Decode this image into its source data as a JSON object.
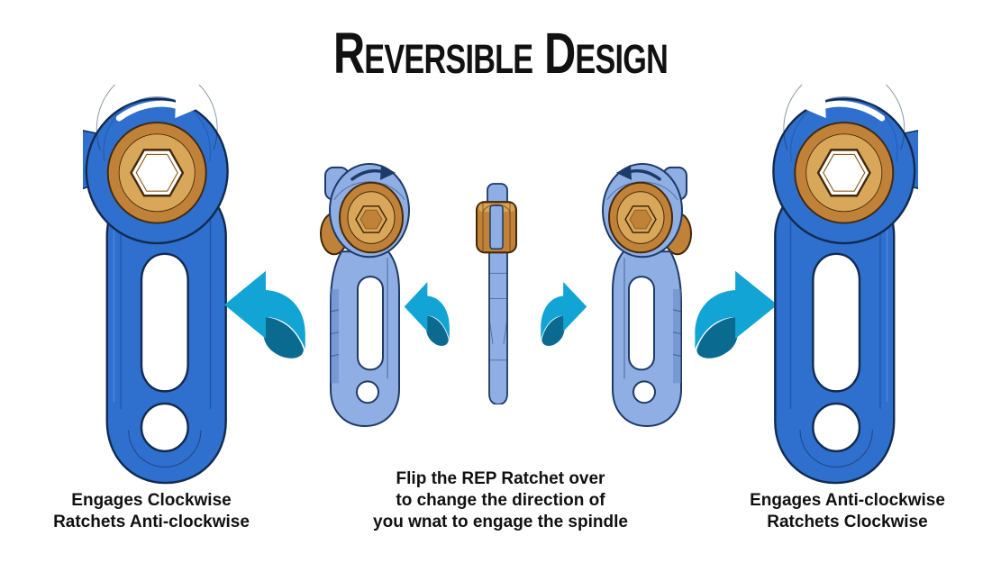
{
  "title": "Reversible Design",
  "captions": {
    "left": {
      "line1": "Engages Clockwise",
      "line2": "Ratchets Anti-clockwise"
    },
    "center": {
      "line1": "Flip the REP Ratchet over",
      "line2": "to change the direction of",
      "line3": "you wnat to engage the spindle"
    },
    "right": {
      "line1": "Engages Anti-clockwise",
      "line2": "Ratchets Clockwise"
    }
  },
  "tools": [
    {
      "view": "front view",
      "rotation_arrow": "clockwise"
    },
    {
      "view": "three-quarter view",
      "rotation_arrow": "clockwise"
    },
    {
      "view": "edge-on view",
      "rotation_arrow": ""
    },
    {
      "view": "three-quarter view",
      "rotation_arrow": "anti-clockwise"
    },
    {
      "view": "front view",
      "rotation_arrow": "anti-clockwise"
    }
  ],
  "icons": {
    "clockwise_rotation": "curved-arrow-pointing-right",
    "anticlockwise_rotation": "curved-arrow-pointing-left",
    "flip_left": "folded-flip-arrow-pointing-left",
    "flip_right": "folded-flip-arrow-pointing-right",
    "hex_socket": "hexagon-socket-hole"
  },
  "colors": {
    "blue_main": "#2F6FCE",
    "blue_dark": "#1F53A4",
    "blue_light": "#5E95E6",
    "blue_outline": "#122B4F",
    "lightblue_main": "#8FAEE4",
    "lightblue_dark": "#6484C4",
    "lightblue_outline": "#1E3A66",
    "orange_main": "#C08138",
    "orange_light": "#D9A75A",
    "orange_dark": "#8F5E1C",
    "orange_outline": "#43290A",
    "cyan_light": "#12A4D4",
    "cyan_dark": "#0B6A90",
    "arrow_white": "#FFFFFF",
    "text": "#111111",
    "background": "#FFFFFF"
  }
}
